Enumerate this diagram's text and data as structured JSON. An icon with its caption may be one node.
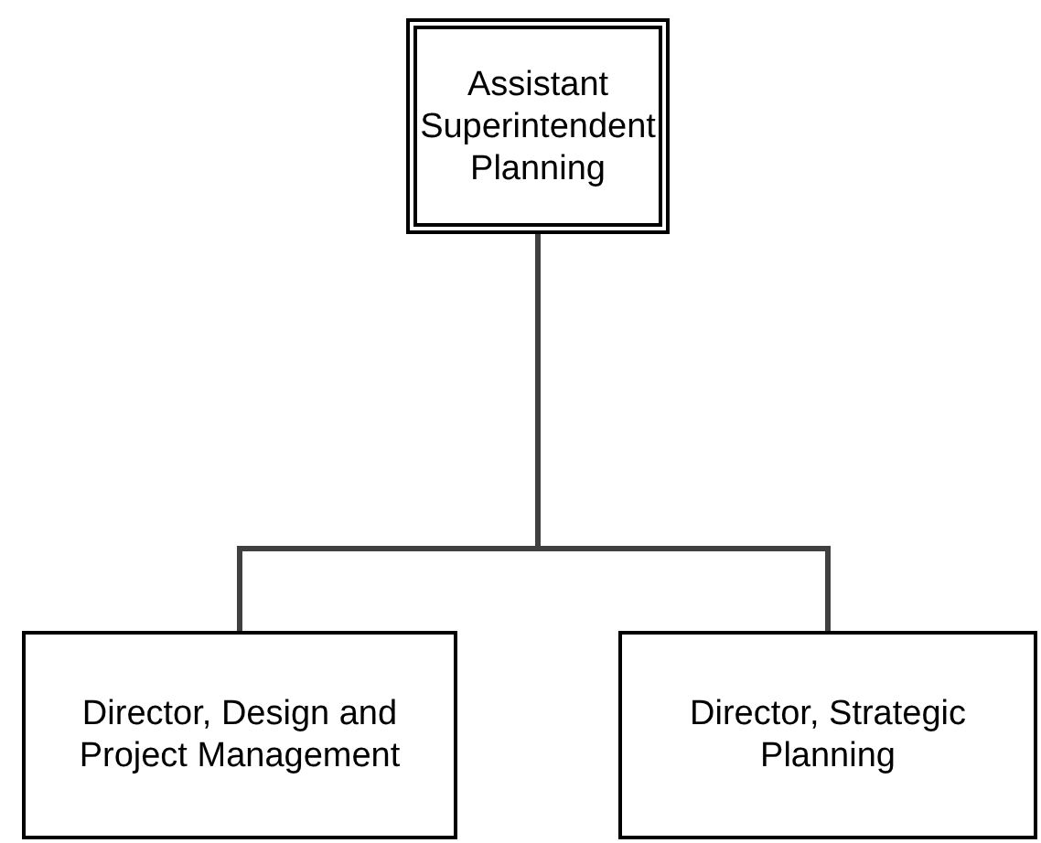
{
  "diagram": {
    "nodes": [
      {
        "text": [
          "Assistant Superintendent Planning"
        ]
      },
      {
        "text": [
          "Director, Design and Project Management"
        ]
      },
      {
        "text": [
          "Director, Strategic Planning"
        ]
      }
    ],
    "edges": [
      {
        "from": 0,
        "to": 1,
        "arrow": "none"
      },
      {
        "from": 0,
        "to": 2,
        "arrow": "none"
      }
    ]
  }
}
